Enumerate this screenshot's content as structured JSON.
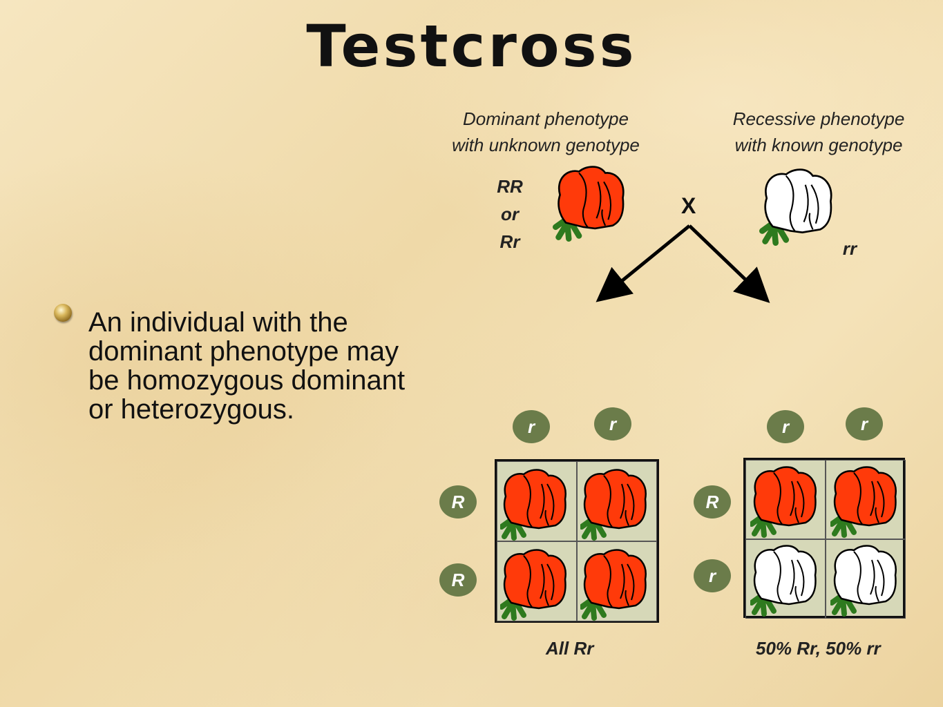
{
  "title": "Testcross",
  "bullet": "An individual with the dominant phenotype may be homozygous dominant or heterozygous.",
  "parents": {
    "dominant_label_line1": "Dominant phenotype",
    "dominant_label_line2": "with unknown genotype",
    "recessive_label_line1": "Recessive phenotype",
    "recessive_label_line2": "with known genotype",
    "dominant_genotype_line1": "RR",
    "dominant_genotype_line2": "or",
    "dominant_genotype_line3": "Rr",
    "recessive_genotype": "rr",
    "cross_symbol": "X"
  },
  "squares": [
    {
      "top_alleles": [
        "r",
        "r"
      ],
      "side_alleles": [
        "R",
        "R"
      ],
      "result": "All Rr"
    },
    {
      "top_alleles": [
        "r",
        "r"
      ],
      "side_alleles": [
        "R",
        "r"
      ],
      "result": "50% Rr, 50% rr"
    }
  ],
  "colors": {
    "red_flower": "#ff3a0a",
    "white_flower": "#ffffff",
    "leaf": "#2e7a1e",
    "allele_circle": "#6b7c4a"
  }
}
